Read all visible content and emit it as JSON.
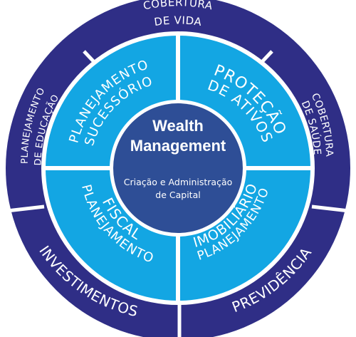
{
  "colors": {
    "outer_ring": "#2f2e86",
    "inner_ring": "#13a6e3",
    "core": "#2e4e96",
    "separator": "#ffffff"
  },
  "outer": {
    "top_line1": "COBERTURA",
    "top_line2": "DE VIDA",
    "upper_right_line1": "COBERTURA",
    "upper_right_line2": "DE SAÚDE",
    "upper_left_line1": "PLANEJAMENTO",
    "upper_left_line2": "DE EDUCAÇÃO",
    "lower_left": "INVESTIMENTOS",
    "lower_right": "PREVIDÊNCIA"
  },
  "inner": {
    "top_left_line1": "PLANEJAMENTO",
    "top_left_line2": "SUCESSÓRIO",
    "top_right_line1": "PROTEÇÃO",
    "top_right_line2": "DE ATIVOS",
    "bottom_left_line1": "PLANEJAMENTO",
    "bottom_left_line2": "FISCAL",
    "bottom_right_line1": "PLANEJAMENTO",
    "bottom_right_line2": "IMOBILIÁRIO"
  },
  "core": {
    "title_line1": "Wealth",
    "title_line2": "Management",
    "subtitle_line1": "Criação e Administração",
    "subtitle_line2": "de Capital"
  }
}
